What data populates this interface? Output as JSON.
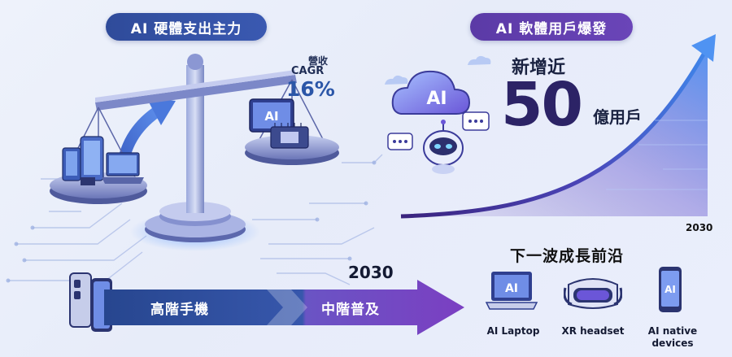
{
  "left_panel": {
    "title": "AI 硬體支出主力",
    "cagr_line1": "營收",
    "cagr_line2": "CAGR",
    "cagr_value": "16%",
    "scale_chip_text": "AI"
  },
  "right_panel": {
    "title": "AI 軟體用戶爆發",
    "prefix": "新增近",
    "big_number": "50",
    "unit": "億用戶",
    "cloud_text": "AI",
    "year": "2030"
  },
  "timeline": {
    "year": "2030",
    "stage1": "高階手機",
    "stage2": "中階普及"
  },
  "next_frontier": {
    "title": "下一波成長前沿",
    "devices": [
      {
        "label": "AI Laptop",
        "screen_text": "AI",
        "icon": "laptop-icon"
      },
      {
        "label": "XR headset",
        "icon": "vr-headset-icon"
      },
      {
        "label_line1": "AI native",
        "label_line2": "devices",
        "screen_text": "AI",
        "icon": "phone-icon"
      }
    ]
  },
  "colors": {
    "navy": "#2f4b9a",
    "purple": "#5b3aa6",
    "accent_blue": "#2b56a8",
    "dark_text": "#1b2342"
  }
}
